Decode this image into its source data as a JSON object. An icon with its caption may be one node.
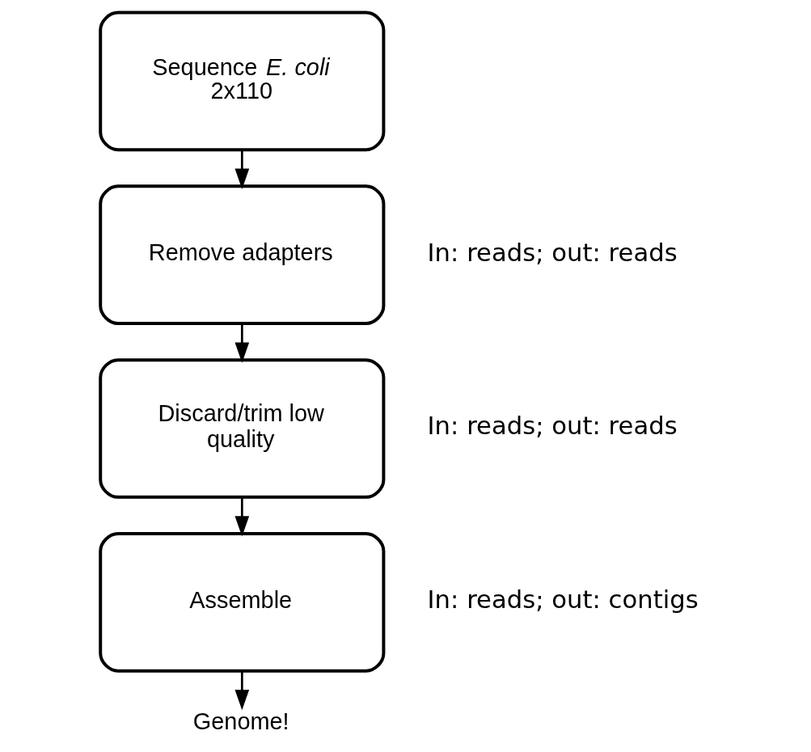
{
  "diagram": {
    "nodes": [
      {
        "text": [
          "Sequence *E. coli* 2x110"
        ]
      },
      {
        "text": [
          "Remove adapters"
        ],
        "beside": [
          "In: reads; out: reads"
        ]
      },
      {
        "text": [
          "Discard/trim low quality"
        ],
        "beside": [
          "In: reads; out: reads"
        ]
      },
      {
        "text": [
          "Assemble"
        ],
        "beside": [
          "In: reads; out: contigs"
        ]
      },
      {
        "text": [
          "Genome!"
        ]
      }
    ],
    "edges": [
      {
        "from": 0,
        "to": 1,
        "arrow": "to"
      },
      {
        "from": 1,
        "to": 2,
        "arrow": "to"
      },
      {
        "from": 2,
        "to": 3,
        "arrow": "to"
      },
      {
        "from": 3,
        "to": 4,
        "arrow": "to"
      }
    ]
  }
}
